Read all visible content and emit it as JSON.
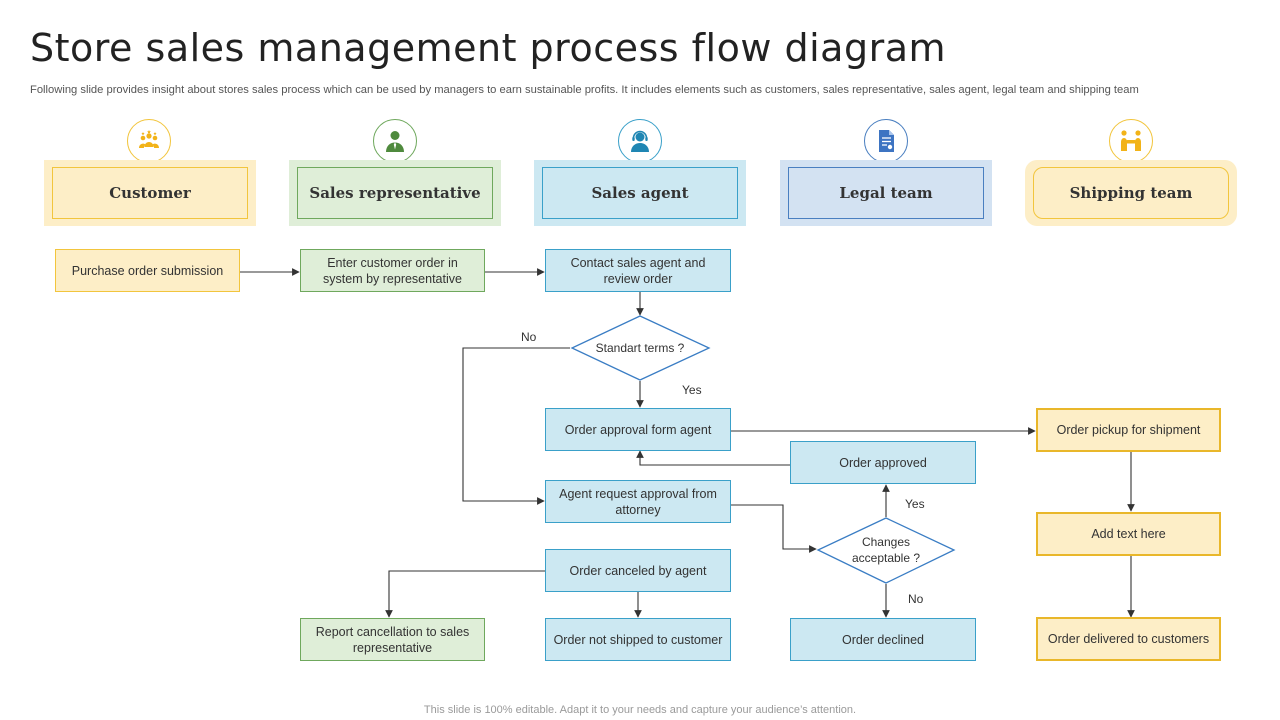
{
  "title": "Store sales management process flow diagram",
  "subtitle": "Following slide provides insight about stores sales process which can be used by managers to earn sustainable profits. It includes elements such as customers, sales representative, sales agent, legal team and shipping team",
  "footer": "This slide is 100% editable. Adapt it to your needs and capture your audience’s attention.",
  "lanes": [
    {
      "label": "Customer",
      "icon": "group-of-people-icon",
      "color": "#f2c53d"
    },
    {
      "label": "Sales representative",
      "icon": "person-icon",
      "color": "#6fa85d"
    },
    {
      "label": "Sales agent",
      "icon": "headset-agent-icon",
      "color": "#3aa0c9"
    },
    {
      "label": "Legal team",
      "icon": "legal-document-icon",
      "color": "#4a7fc0"
    },
    {
      "label": "Shipping team",
      "icon": "handshake-icon",
      "color": "#f2c53d"
    }
  ],
  "nodes": {
    "purchase_order": "Purchase order submission",
    "enter_order": "Enter customer order in system by representative",
    "contact_agent": "Contact sales agent and review  order",
    "standard_terms": "Standart terms ?",
    "approval_form": "Order  approval  form agent",
    "agent_request": "Agent request approval  from attorney",
    "order_canceled": "Order  canceled by agent",
    "report_cancellation": "Report cancellation to sales representative",
    "not_shipped": "Order  not shipped to customer",
    "order_approved": "Order  approved",
    "changes_acceptable": "Changes acceptable ?",
    "order_declined": "Order  declined",
    "pickup": "Order  pickup for shipment",
    "add_text": "Add text here",
    "delivered": "Order  delivered to customers"
  },
  "edge_labels": {
    "no_terms": "No",
    "yes_terms": "Yes",
    "yes_changes": "Yes",
    "no_changes": "No"
  }
}
